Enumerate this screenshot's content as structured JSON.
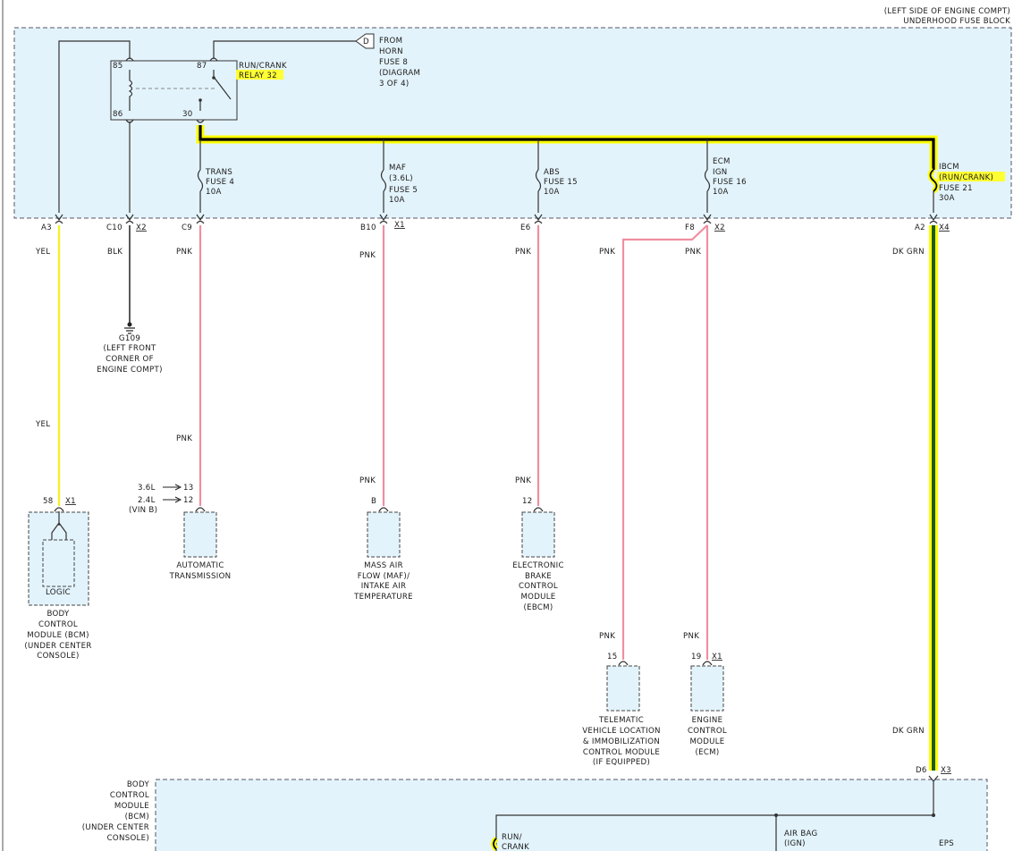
{
  "header": {
    "location": "(LEFT SIDE OF ENGINE COMPT)",
    "block_name": "UNDERHOOD FUSE BLOCK"
  },
  "relay": {
    "pin85": "85",
    "pin86": "86",
    "pin87": "87",
    "pin30": "30",
    "name_line1": "RUN/CRANK",
    "name_line2": "RELAY 32"
  },
  "horn_ref": {
    "marker": "D",
    "lines": [
      "FROM",
      "HORN",
      "FUSE 8",
      "(DIAGRAM",
      "3 OF 4)"
    ]
  },
  "fuses": [
    {
      "lines": [
        "TRANS",
        "FUSE 4",
        "10A"
      ]
    },
    {
      "lines": [
        "MAF",
        "(3.6L)",
        "FUSE 5",
        "10A"
      ]
    },
    {
      "lines": [
        "ABS",
        "FUSE 15",
        "10A"
      ]
    },
    {
      "lines": [
        "ECM",
        "IGN",
        "FUSE 16",
        "10A"
      ]
    },
    {
      "lines": [
        "IBCM",
        "(RUN/CRANK)",
        "FUSE 21",
        "30A"
      ]
    }
  ],
  "connectors": {
    "a3": "A3",
    "c10": "C10",
    "c10_conn": "X2",
    "c9": "C9",
    "b10": "B10",
    "b10_conn": "X1",
    "e6": "E6",
    "f8": "F8",
    "f8_conn": "X2",
    "a2": "A2",
    "a2_conn": "X4"
  },
  "wire_colors": {
    "yel": "YEL",
    "blk": "BLK",
    "pnk": "PNK",
    "dkgrn": "DK GRN"
  },
  "ground": {
    "id": "G109",
    "lines": [
      "(LEFT FRONT",
      "CORNER OF",
      "ENGINE COMPT)"
    ]
  },
  "components": {
    "bcm": {
      "pin": "58",
      "conn": "X1",
      "inner": "LOGIC",
      "lines": [
        "BODY",
        "CONTROL",
        "MODULE (BCM)",
        "(UNDER CENTER",
        "CONSOLE)"
      ]
    },
    "trans": {
      "note_36": "3.6L",
      "pin_36": "13",
      "note_24": "2.4L",
      "pin_24": "12",
      "vin": "(VIN B)",
      "lines": [
        "AUTOMATIC",
        "TRANSMISSION"
      ]
    },
    "maf": {
      "pin": "B",
      "lines": [
        "MASS AIR",
        "FLOW (MAF)/",
        "INTAKE AIR",
        "TEMPERATURE"
      ]
    },
    "ebcm": {
      "pin": "12",
      "lines": [
        "ELECTRONIC",
        "BRAKE",
        "CONTROL",
        "MODULE",
        "(EBCM)"
      ]
    },
    "telematic": {
      "pin": "15",
      "lines": [
        "TELEMATIC",
        "VEHICLE LOCATION",
        "& IMMOBILIZATION",
        "CONTROL MODULE",
        "(IF EQUIPPED)"
      ]
    },
    "ecm": {
      "pin": "19",
      "conn": "X1",
      "lines": [
        "ENGINE",
        "CONTROL",
        "MODULE",
        "(ECM)"
      ]
    }
  },
  "bottom_bcm": {
    "lines": [
      "BODY",
      "CONTROL",
      "MODULE",
      "(BCM)",
      "(UNDER CENTER",
      "CONSOLE)"
    ],
    "pin": "D6",
    "conn": "X3",
    "run_crank_l1": "RUN/",
    "run_crank_l2": "CRANK",
    "airbag_l1": "AIR BAG",
    "airbag_l2": "(IGN)",
    "eps_l1": "EPS"
  },
  "colors": {
    "panel": "#e3f3fb",
    "pink_wire": "#ef8fa0",
    "yellow_wire": "#f2ef30",
    "highlight": "#ffff00",
    "dk_grn": "#1e5b1e"
  }
}
